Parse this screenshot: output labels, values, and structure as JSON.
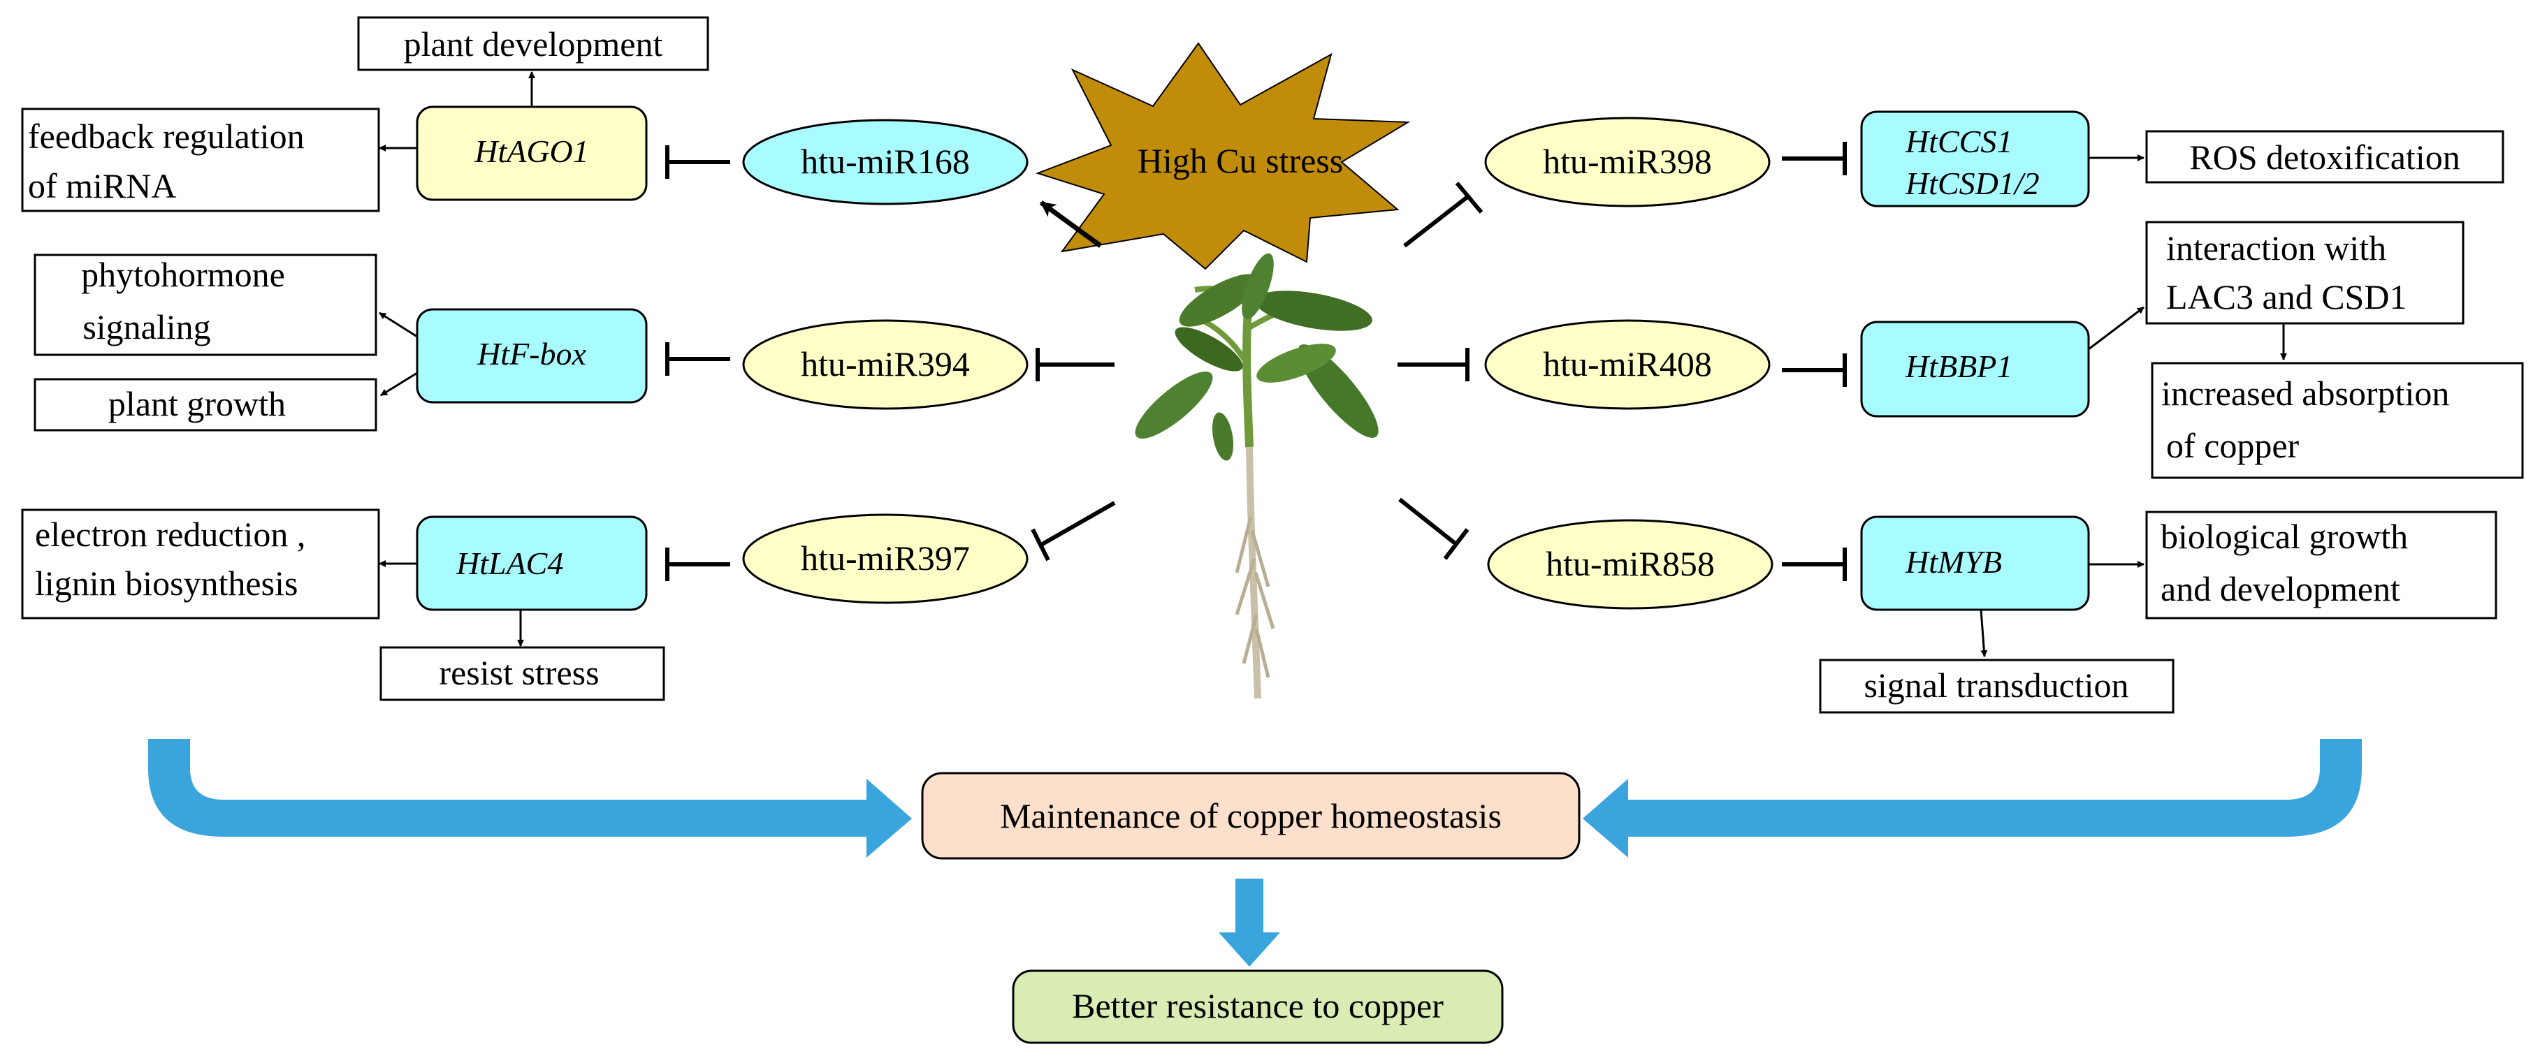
{
  "stress": {
    "label": "High Cu stress",
    "star_color": "#c08c0a"
  },
  "colors": {
    "yellow_node": "#ffffc8",
    "cyan_node": "#a8fcff",
    "arrow_blue": "#3aa4dc",
    "homeostasis_fill": "#fce0cc",
    "resistance_fill": "#d8ecb4"
  },
  "left_mirnas": [
    {
      "name": "htu-miR168",
      "target": "HtAGO1"
    },
    {
      "name": "htu-miR394",
      "target": "HtF-box"
    },
    {
      "name": "htu-miR397",
      "target": "HtLAC4"
    }
  ],
  "right_mirnas": [
    {
      "name": "htu-miR398",
      "target_line1": "HtCCS1",
      "target_line2": "HtCSD1/2"
    },
    {
      "name": "htu-miR408",
      "target": "HtBBP1"
    },
    {
      "name": "htu-miR858",
      "target": "HtMYB"
    }
  ],
  "functions": {
    "plant_development": "plant development",
    "feedback_line1": "feedback regulation",
    "feedback_line2": "of miRNA",
    "phyto_line1": "phytohormone",
    "phyto_line2": "signaling",
    "plant_growth": "plant growth",
    "electron_line1": "electron reduction ,",
    "electron_line2": "lignin biosynthesis",
    "resist_stress": "resist stress",
    "ros": "ROS detoxification",
    "interaction_line1": "interaction with",
    "interaction_line2": "LAC3 and CSD1",
    "absorption_line1": "increased absorption",
    "absorption_line2": "of copper",
    "bio_line1": "biological growth",
    "bio_line2": "and development",
    "signal": "signal transduction"
  },
  "outcome": {
    "homeostasis": "Maintenance of copper homeostasis",
    "resistance": "Better resistance to copper"
  }
}
